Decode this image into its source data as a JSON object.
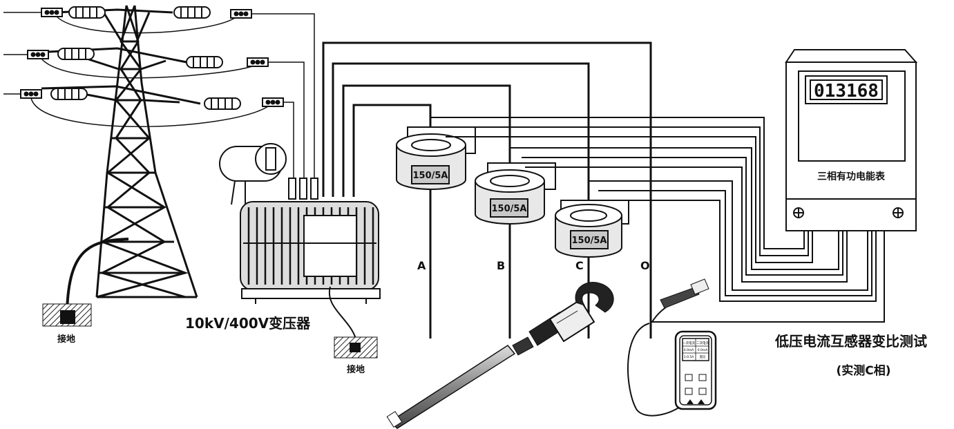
{
  "transformer": {
    "label": "10kV/400V变压器"
  },
  "grounds": [
    {
      "label": "接地"
    },
    {
      "label": "接地"
    }
  ],
  "phase_lines": [
    {
      "label": "A"
    },
    {
      "label": "B"
    },
    {
      "label": "C"
    },
    {
      "label": "O"
    }
  ],
  "current_transformers": [
    {
      "rating": "150/5A"
    },
    {
      "rating": "150/5A"
    },
    {
      "rating": "150/5A"
    }
  ],
  "meter": {
    "reading": "013168",
    "label": "三相有功电能表"
  },
  "test": {
    "title": "低压电流互感器变比测试",
    "subtitle": "(实测C相)"
  },
  "tester_screen": {
    "row1_left": "一次电流",
    "row1_right": "二次电流",
    "row2_left": "0.0mA",
    "row2_right": "0.0mA",
    "row3_left": "1:0.5A",
    "row3_right": "变比"
  }
}
